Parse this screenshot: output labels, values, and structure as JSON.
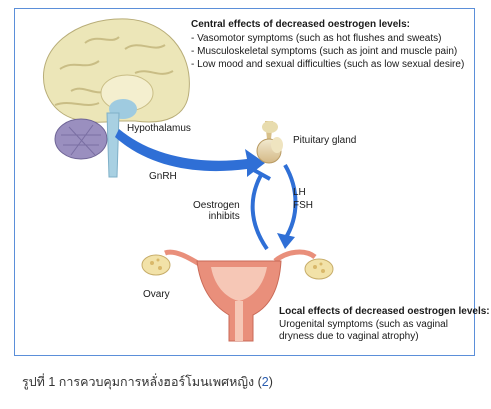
{
  "central": {
    "title": "Central effects of decreased oestrogen levels:",
    "items": [
      "- Vasomotor symptoms (such as hot flushes and sweats)",
      "- Musculoskeletal symptoms (such as joint and muscle pain)",
      "- Low mood and sexual difficulties (such as low sexual desire)"
    ]
  },
  "labels": {
    "hypothalamus": "Hypothalamus",
    "pituitary": "Pituitary gland",
    "gnrh": "GnRH",
    "lh": "LH",
    "fsh": "FSH",
    "oestrogen": "Oestrogen",
    "inhibits": "inhibits",
    "ovary": "Ovary"
  },
  "local": {
    "title": "Local effects of decreased oestrogen levels:",
    "line1": "Urogenital symptoms (such as vaginal",
    "line2": "dryness due to vaginal atrophy)"
  },
  "caption": {
    "text": "รูปที่ 1 การควบคุมการหลั่งฮอร์โมนเพศหญิง",
    "ref": "2"
  },
  "colors": {
    "frame": "#5b8fd9",
    "arrow": "#2f6fd6",
    "brain": "#e9e4b4",
    "uterus": "#e98f7b",
    "ovary": "#f2e2a8"
  }
}
